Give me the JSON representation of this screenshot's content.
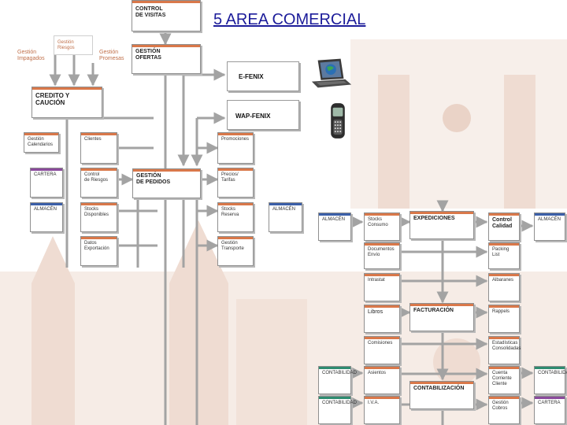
{
  "title": "5 AREA COMERCIAL",
  "colors": {
    "orange": "#d9784a",
    "purple": "#8a4a9c",
    "blue": "#3b5fa8",
    "teal": "#2e8b70",
    "line": "#a3a3a3",
    "watermark": "#f5e9e2"
  },
  "nodes": {
    "control_visitas": "CONTROL\nDE VISITAS",
    "gestion_impagados": "Gestión\nImpagados",
    "gestion_riesgos": "Gestión\nRiesgos",
    "gestion_promesas": "Gestión\nPromesas",
    "gestion_ofertas": "GESTIÓN\nOFERTAS",
    "credito_caucion": "CREDITO Y\nCAUCIÓN",
    "gestion_calendarios": "Gestión\nCalendarios",
    "clientes": "Clientes",
    "promociones": "Promociones",
    "cartera": "CARTERA",
    "control_riesgos": "Control\nde Riesgos",
    "gestion_pedidos": "GESTIÓN\nDE PEDIDOS",
    "precios_tarifas": "Precios/\nTarifas",
    "almacen_left": "ALMACÉN",
    "stocks_disponibles": "Stocks\nDisponibles",
    "stocks_reserva": "Stocks\nReserva",
    "almacen_mid": "ALMACÉN",
    "datos_exportacion": "Datos\nExportación",
    "gestion_transporte": "Gestión\nTransporte",
    "almacen_r1": "ALMACÉN",
    "stocks_consumo": "Stocks\nConsumo",
    "expediciones": "EXPEDICIONES",
    "control_calidad": "Control\nCalidad",
    "almacen_r2": "ALMACÉN",
    "documentos_envio": "Documentos\nEnvío",
    "packing_list": "Packing\nList",
    "intrastat": "Intrastat",
    "albaranes": "Albaranes",
    "libros": "Libros",
    "facturacion": "FACTURACIÓN",
    "rappels": "Rappels",
    "comisiones": "Comisiones",
    "estadisticas": "Estadísticas\nConsolidadas",
    "contabilidad_l1": "CONTABILIDAD",
    "asientos": "Asientos",
    "cuenta_corriente": "Cuenta\nCorriente\nCliente",
    "contabilidad_r1": "CONTABILIDAD",
    "contabilizacion": "CONTABILIZACIÓN",
    "contabilidad_l2": "CONTABILIDAD",
    "iva": "I.V.A.",
    "gestion_cobros": "Gestión\nCobros",
    "cartera_r": "CARTERA"
  },
  "tech": {
    "efenix": "E-FENIX",
    "wapfenix": "WAP-FENIX"
  },
  "icons": [
    "laptop-icon",
    "mobile-phone-icon",
    "university-facade-watermark"
  ]
}
